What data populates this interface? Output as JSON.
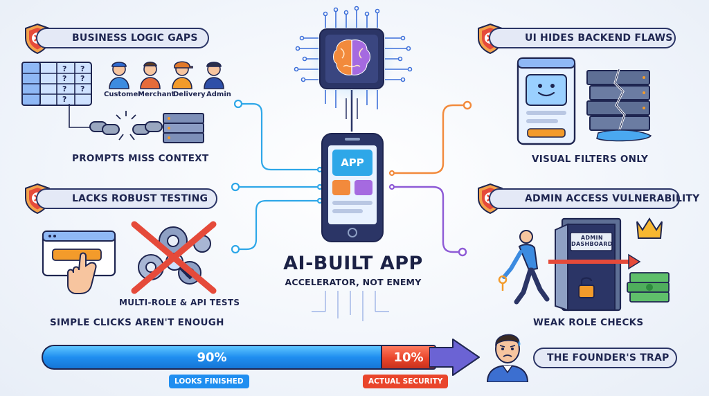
{
  "panels": {
    "business_logic": {
      "title": "BUSINESS LOGIC GAPS",
      "roles": [
        "Customer",
        "Merchant",
        "Delivery",
        "Admin"
      ],
      "caption": "PROMPTS MISS CONTEXT"
    },
    "ui_hides": {
      "title": "UI HIDES BACKEND FLAWS",
      "caption": "VISUAL FILTERS ONLY"
    },
    "testing": {
      "title": "LACKS ROBUST TESTING",
      "sub_caption": "MULTI-ROLE & API TESTS",
      "caption": "SIMPLE CLICKS AREN'T ENOUGH"
    },
    "admin": {
      "title": "ADMIN ACCESS VULNERABILITY",
      "door_label_line1": "ADMIN",
      "door_label_line2": "DASHBOARD",
      "caption": "WEAK ROLE CHECKS"
    }
  },
  "center": {
    "app_label": "APP",
    "title": "AI-BUILT APP",
    "subtitle": "ACCELERATOR, NOT ENEMY"
  },
  "progress": {
    "finished_value": 0.9,
    "finished_text": "90%",
    "security_text": "10%",
    "finished_tag": "LOOKS FINISHED",
    "security_tag": "ACTUAL SECURITY"
  },
  "founder": {
    "title": "THE FOUNDER'S TRAP"
  },
  "colors": {
    "navy": "#1e2550",
    "blue": "#1f8ef0",
    "red": "#e9452b",
    "orange": "#f28a3c",
    "purple": "#8e5bd6",
    "cyan": "#2ea7e8"
  }
}
